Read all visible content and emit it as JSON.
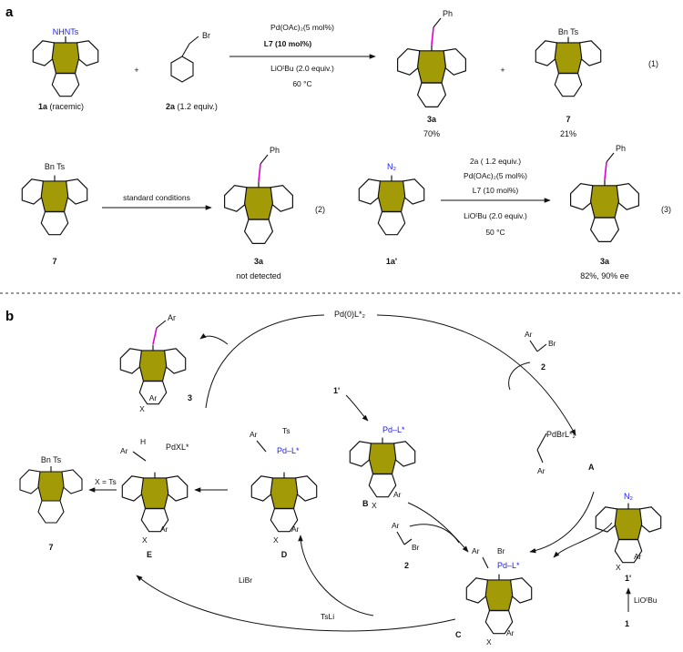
{
  "section_a": {
    "label": "a",
    "eq1": {
      "r1_group": "NHNTs",
      "r1_label": "1a",
      "r1_note": "(racemic)",
      "plus1": "+",
      "r2_group": "Br",
      "r2_label": "2a",
      "r2_note": "(1.2 equiv.)",
      "cond1": "Pd(OAc)₂(5 mol%)",
      "cond2": "L7 (10 mol%)",
      "cond3": "LiOᵗBu (2.0 equiv.)",
      "cond4": "60 °C",
      "p1_group": "Ph",
      "p1_label": "3a",
      "p1_yield": "70%",
      "plus2": "+",
      "p2_group": "Bn   Ts",
      "p2_label": "7",
      "p2_yield": "21%",
      "number": "(1)"
    },
    "eq2": {
      "sm_group": "Bn   Ts",
      "sm_label": "7",
      "cond": "standard conditions",
      "p_group": "Ph",
      "p_label": "3a",
      "p_note": "not detected",
      "number": "(2)"
    },
    "eq3": {
      "sm_group": "N₂",
      "sm_label": "1a'",
      "cond1": "2a ( 1.2 equiv.)",
      "cond2": "Pd(OAc)₂(5 mol%)",
      "cond3": "L7 (10 mol%)",
      "cond4": "LiOᵗBu (2.0 equiv.)",
      "cond5": "50 °C",
      "p_group": "Ph",
      "p_label": "3a",
      "p_yield": "82%, 90% ee",
      "number": "(3)"
    }
  },
  "section_b": {
    "label": "b",
    "pd0": "Pd(0)L*₂",
    "prod3_group": "Ar",
    "prod3_ar": "Ar",
    "prod3_x": "X",
    "prod3_label": "3",
    "reagent2_ar": "Ar",
    "reagent2_br": "Br",
    "reagent2_label": "2",
    "int_A_pd": "PdBrL*₂",
    "int_A_ar": "Ar",
    "int_A_label": "A",
    "int_B_pd": "Pd–L*",
    "int_B_ar": "Ar",
    "int_B_x": "X",
    "int_B_label": "B",
    "diazo_in": "1'",
    "reagent2b_ar": "Ar",
    "reagent2b_br": "Br",
    "reagent2b_label": "2",
    "int_1p_group": "N₂",
    "int_1p_ar": "Ar",
    "int_1p_x": "X",
    "int_1p_label": "1'",
    "base": "LiOᵗBu",
    "start_label": "1",
    "int_C_ar": "Ar",
    "int_C_br": "Br",
    "int_C_pd": "Pd–L*",
    "int_C_ar2": "Ar",
    "int_C_x": "X",
    "int_C_label": "C",
    "int_D_ts": "Ts",
    "int_D_ar": "Ar",
    "int_D_pd": "Pd–L*",
    "int_D_ar2": "Ar",
    "int_D_x": "X",
    "int_D_label": "D",
    "int_E_ar": "Ar",
    "int_E_h": "H",
    "int_E_pd": "PdXL*",
    "int_E_ar2": "Ar",
    "int_E_x": "X",
    "int_E_label": "E",
    "x_ts": "X = Ts",
    "prod7_group": "Bn   Ts",
    "prod7_label": "7",
    "libr": "LiBr",
    "tsli": "TsLi"
  }
}
